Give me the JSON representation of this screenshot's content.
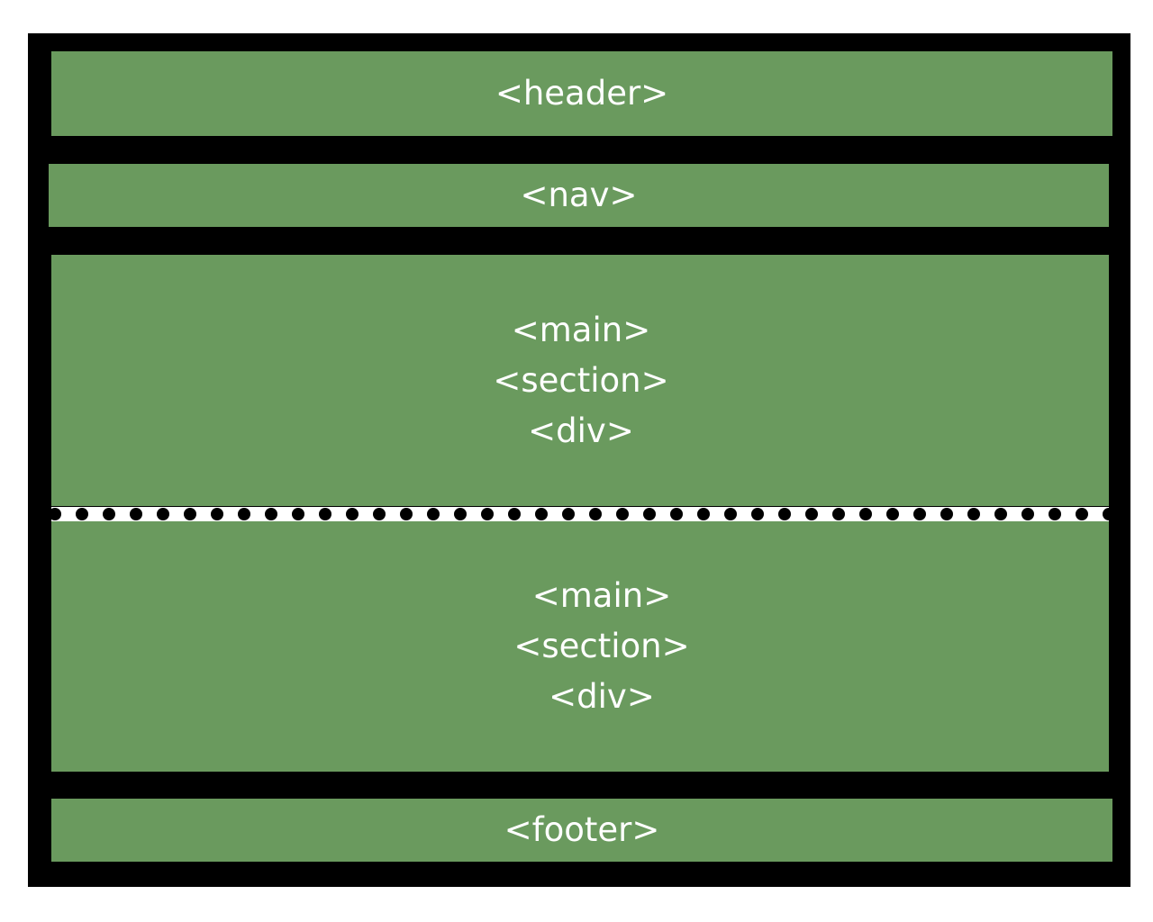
{
  "diagram": {
    "colors": {
      "frame": "#000000",
      "block": "#6a9a5e",
      "text": "#ffffff",
      "divider": "#ffffff"
    },
    "header": {
      "label": "<header>"
    },
    "nav": {
      "label": "<nav>"
    },
    "main_top": {
      "lines": [
        "<main>",
        "<section>",
        "<div>"
      ]
    },
    "main_bottom": {
      "lines": [
        "<main>",
        "<section>",
        "<div>"
      ]
    },
    "footer": {
      "label": "<footer>"
    }
  }
}
